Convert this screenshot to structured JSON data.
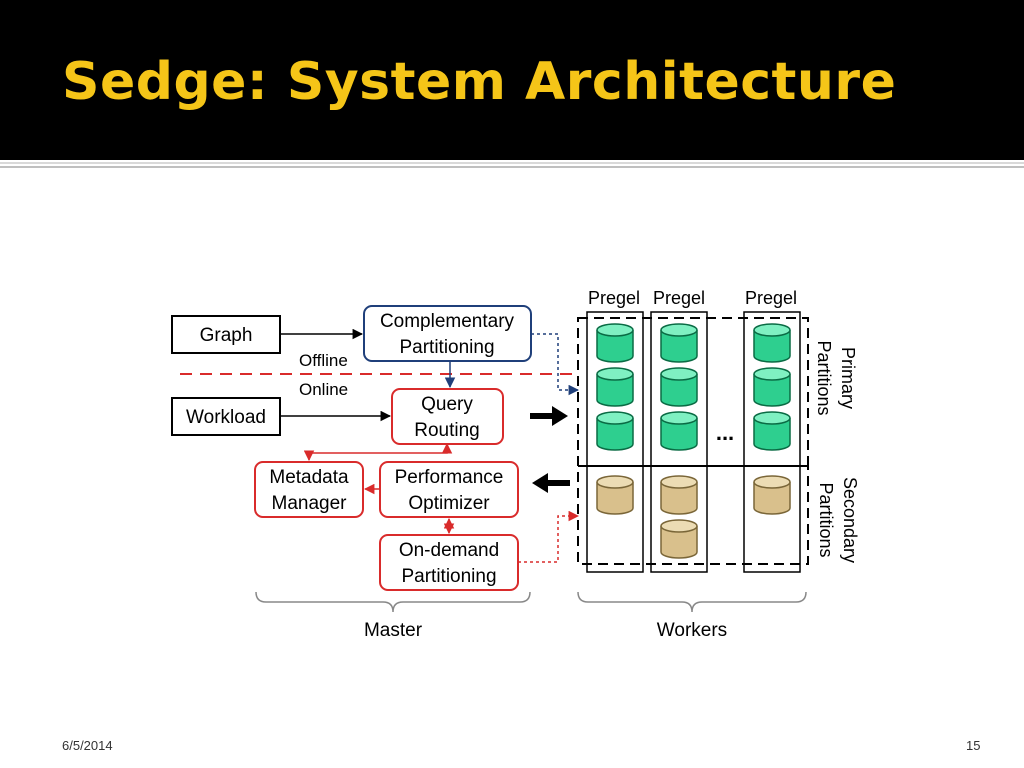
{
  "slide": {
    "title": "Sedge: System Architecture",
    "date": "6/5/2014",
    "page_number": "15"
  },
  "diagram": {
    "nodes": {
      "graph": "Graph",
      "workload": "Workload",
      "complementary_1": "Complementary",
      "complementary_2": "Partitioning",
      "query_1": "Query",
      "query_2": "Routing",
      "metadata_1": "Metadata",
      "metadata_2": "Manager",
      "perf_1": "Performance",
      "perf_2": "Optimizer",
      "ondemand_1": "On-demand",
      "ondemand_2": "Partitioning"
    },
    "labels": {
      "offline": "Offline",
      "online": "Online",
      "pregel": "Pregel",
      "ellipsis": "...",
      "primary_1": "Primary",
      "primary_2": "Partitions",
      "secondary_1": "Secondary",
      "secondary_2": "Partitions",
      "master": "Master",
      "workers": "Workers"
    },
    "colors": {
      "offline_box": "#1f3f7a",
      "online_box": "#d92b2b",
      "primary_partition": "#2ecf8f",
      "secondary_partition": "#d9c08c"
    }
  }
}
